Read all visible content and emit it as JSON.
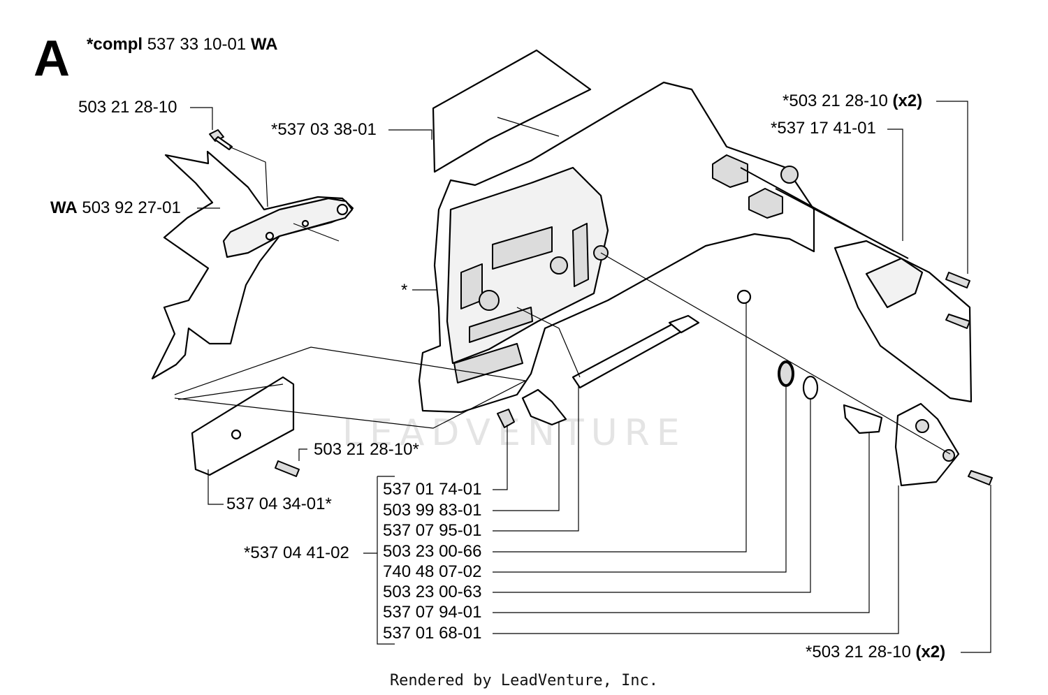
{
  "section_letter": "A",
  "header": {
    "prefix": "*compl",
    "number": "537 33 10-01",
    "suffix": "WA"
  },
  "labels": {
    "screw_left_top": "503 21 28-10",
    "cover_plate": "*537 03 38-01",
    "spike_bumper_prefix": "WA",
    "spike_bumper_number": "503 92 27-01",
    "cover_asterisk": "*",
    "screw_lower_left": "503 21 28-10*",
    "guide_plate": "537 04 34-01*",
    "screws_top_right_number": "*503 21 28-10",
    "screws_top_right_qty": "(x2)",
    "tensioner_nut": "*537 17 41-01",
    "screws_bottom_right_number": "*503 21 28-10",
    "screws_bottom_right_qty": "(x2)",
    "tensioner_kit": "*537 04 41-02"
  },
  "kit_parts": [
    "537 01 74-01",
    "503 99 83-01",
    "537 07 95-01",
    "503 23 00-66",
    "740 48 07-02",
    "503 23 00-63",
    "537 07 94-01",
    "537 01 68-01"
  ],
  "watermark": "LEADVENTURE",
  "footer": "Rendered by LeadVenture, Inc."
}
